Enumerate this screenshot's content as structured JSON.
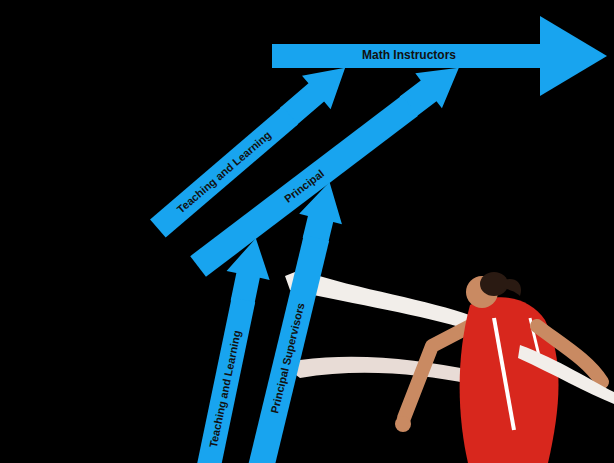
{
  "diagram": {
    "nodes": [
      {
        "text": [
          "Math Instructors"
        ]
      },
      {
        "text": [
          "Teaching and Learning"
        ]
      },
      {
        "text": [
          "Principal"
        ]
      },
      {
        "text": [
          "Teaching and Learning"
        ]
      },
      {
        "text": [
          "Principal Supervisors"
        ]
      }
    ],
    "edges": [
      {
        "from": 1,
        "to": 0,
        "arrow": "to"
      },
      {
        "from": 2,
        "to": 0,
        "arrow": "to"
      },
      {
        "from": 3,
        "to": 2,
        "arrow": "to"
      },
      {
        "from": 4,
        "to": 2,
        "arrow": "to"
      }
    ]
  }
}
